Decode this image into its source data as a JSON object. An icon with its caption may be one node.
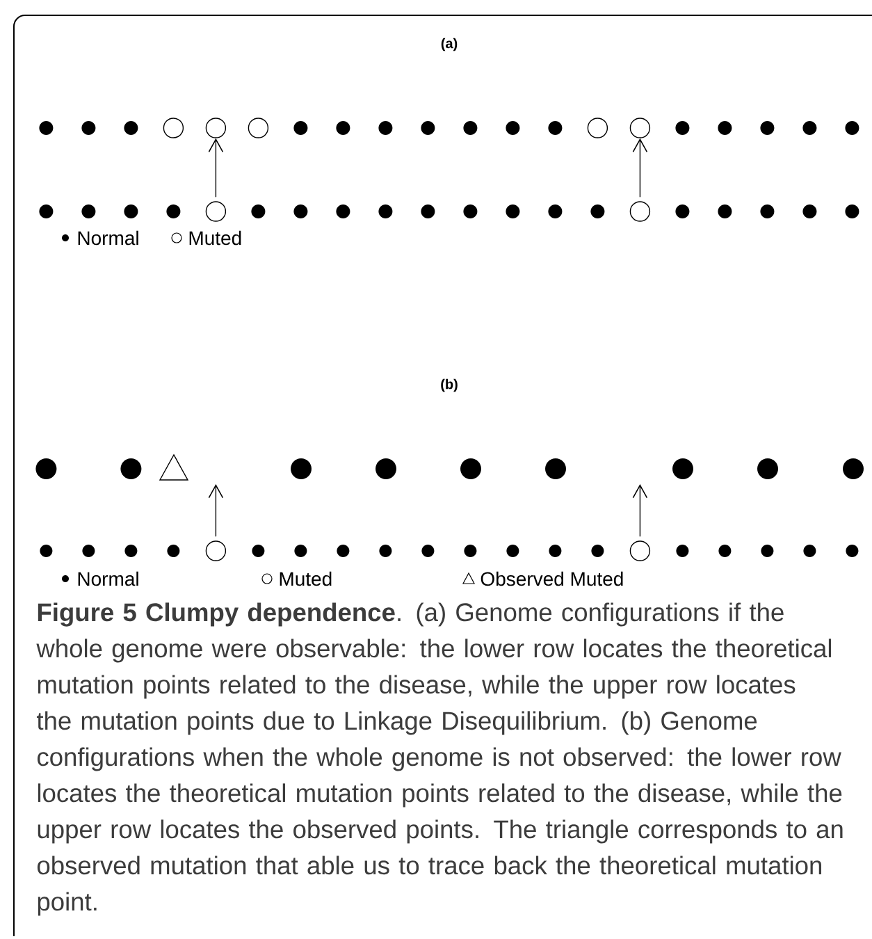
{
  "diagram": {
    "caption": "**Figure 5 Clumpy dependence**. (a) Genome configurations if the whole genome were observable: the lower row locates the theoretical mutation points related to the disease, while the upper row locates the mutation points due to Linkage Disequilibrium. (b) Genome configurations when the whole genome is not observed: the lower row locates the theoretical mutation points related to the disease, while the upper row locates the observed points. The triangle corresponds to an observed mutation that able us to trace back the theoretical mutation point.",
    "nodes": [
      {
        "text": [],
        "shape": "circle"
      },
      {
        "text": [],
        "shape": "circle"
      },
      {
        "text": [],
        "shape": "circle"
      },
      {
        "text": [],
        "shape": "circle"
      },
      {
        "text": [],
        "shape": "circle"
      },
      {
        "text": [],
        "shape": "circle"
      }
    ],
    "edges": [
      {
        "from": 2,
        "to": 0,
        "arrow": "to"
      },
      {
        "from": 3,
        "to": 1,
        "arrow": "to"
      },
      {
        "from": 4,
        "to": null,
        "arrow": "to"
      },
      {
        "from": 5,
        "to": null,
        "arrow": "to"
      }
    ],
    "labels": [
      "(a)",
      "(b)"
    ],
    "legend": [
      {
        "text": "Normal"
      },
      {
        "text": "Muted"
      },
      {
        "text": "Normal"
      },
      {
        "text": "Muted"
      },
      {
        "text": "Observed Muted"
      }
    ]
  }
}
